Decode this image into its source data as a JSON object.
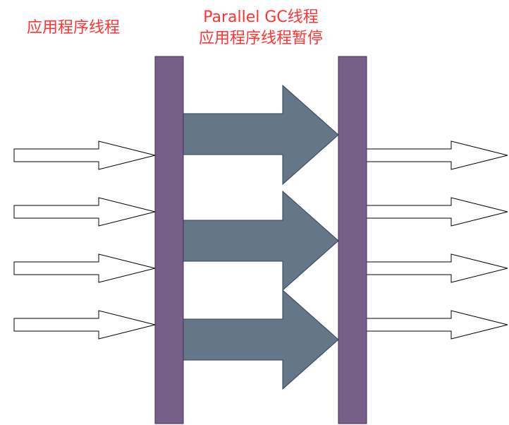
{
  "labels": {
    "app_threads": "应用程序线程",
    "gc_threads": "Parallel GC线程",
    "app_paused": "应用程序线程暂停"
  },
  "colors": {
    "label_text": "#ff3333",
    "barrier_fill": "#76608a",
    "barrier_stroke": "#432d57",
    "gc_arrow_fill": "#647687",
    "gc_arrow_stroke": "#314354",
    "thread_arrow_fill": "#ffffff",
    "thread_arrow_stroke": "#000000"
  },
  "diagram": {
    "incoming_app_thread_count": 4,
    "parallel_gc_thread_count": 3,
    "outgoing_app_thread_count": 4
  }
}
